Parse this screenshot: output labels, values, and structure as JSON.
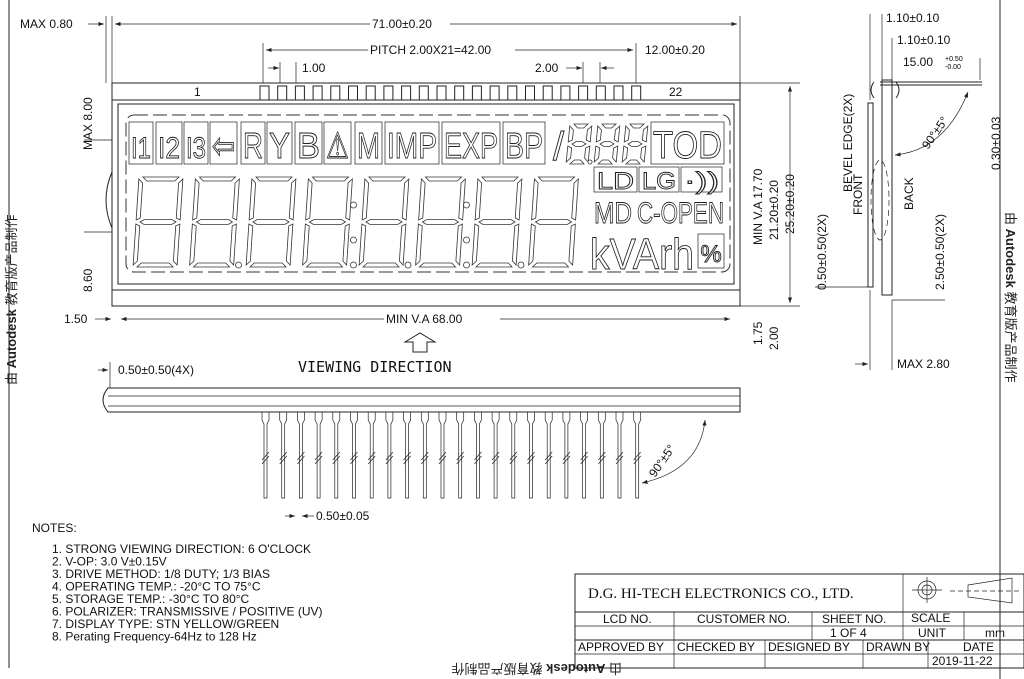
{
  "dimensions": {
    "max_080": "MAX 0.80",
    "overall_width": "71.00±0.20",
    "pitch": "PITCH 2.00X21=42.00",
    "pin_offset": "12.00±0.20",
    "pin_width_top": "1.00",
    "pin_pitch": "2.00",
    "pin_1": "1",
    "pin_22": "22",
    "max_800": "MAX 8.00",
    "h_860": "8.60",
    "left_150": "1.50",
    "min_va_width": "MIN V.A 68.00",
    "min_va_height": "MIN V.A 17.70",
    "height_2120": "21.20±0.20",
    "height_2520": "25.20±0.20",
    "d_175": "1.75",
    "d_200": "2.00",
    "bevel_offset": "0.50±0.50(4X)",
    "pin_width": "0.50±0.05",
    "angle_bottom": "90°±5°"
  },
  "viewing_direction": "VIEWING DIRECTION",
  "side_view": {
    "d_110_a": "1.10±0.10",
    "d_110_b": "1.10±0.10",
    "d_1500": "15.00",
    "tol_plus": "+0.50",
    "tol_minus": "-0.00",
    "d_030": "0.30±0.03",
    "bevel": "BEVEL EDGE(2X)",
    "angle": "90°±5°",
    "front": "FRONT",
    "back": "BACK",
    "d_050": "0.50±0.50(2X)",
    "d_250": "2.50±0.50(2X)",
    "max_280": "MAX 2.80"
  },
  "lcd_icons": {
    "i1": "I1",
    "i2": "I2",
    "i3": "I3",
    "arrow": "⇦",
    "r": "R",
    "y": "Y",
    "b": "B",
    "warn": "⚠",
    "m": "M",
    "imp": "IMP",
    "exp": "EXP",
    "bp": "BP",
    "slash": "/",
    "tod": "TOD",
    "ld": "LD",
    "lg": "LG",
    "signal": "·))",
    "md": "MD",
    "copen": "C-OPEN",
    "kvarh": "kVArh",
    "pct": "%"
  },
  "lcd_digits": {
    "big_count": 8,
    "small_count": 3,
    "pin_count": 22
  },
  "notes": {
    "title": "NOTES:",
    "items": [
      "1. STRONG VIEWING DIRECTION:  6 O'CLOCK",
      "2. V-OP: 3.0 V±0.15V",
      "3. DRIVE METHOD: 1/8 DUTY; 1/3 BIAS",
      "4. OPERATING TEMP.: -20°C TO 75°C",
      "5. STORAGE TEMP.: -30°C TO 80°C",
      "6. POLARIZER: TRANSMISSIVE / POSITIVE   (UV)",
      "7. DISPLAY TYPE: STN YELLOW/GREEN",
      "8. Perating Frequency-64Hz to 128 Hz"
    ]
  },
  "title_block": {
    "company": "D.G. HI-TECH ELECTRONICS CO., LTD.",
    "lcd_no": "LCD NO.",
    "customer_no": "CUSTOMER NO.",
    "sheet_no": "SHEET NO.",
    "sheet_value": "1  OF  4",
    "scale": "SCALE",
    "unit": "UNIT",
    "unit_value": "mm",
    "approved": "APPROVED BY",
    "checked": "CHECKED BY",
    "designed": "DESIGNED BY",
    "drawn": "DRAWN BY",
    "date": "DATE",
    "date_value": "2019-11-22"
  },
  "watermark": {
    "prefix": "由",
    "brand": "Autodesk",
    "suffix": "教育版产品制作"
  }
}
